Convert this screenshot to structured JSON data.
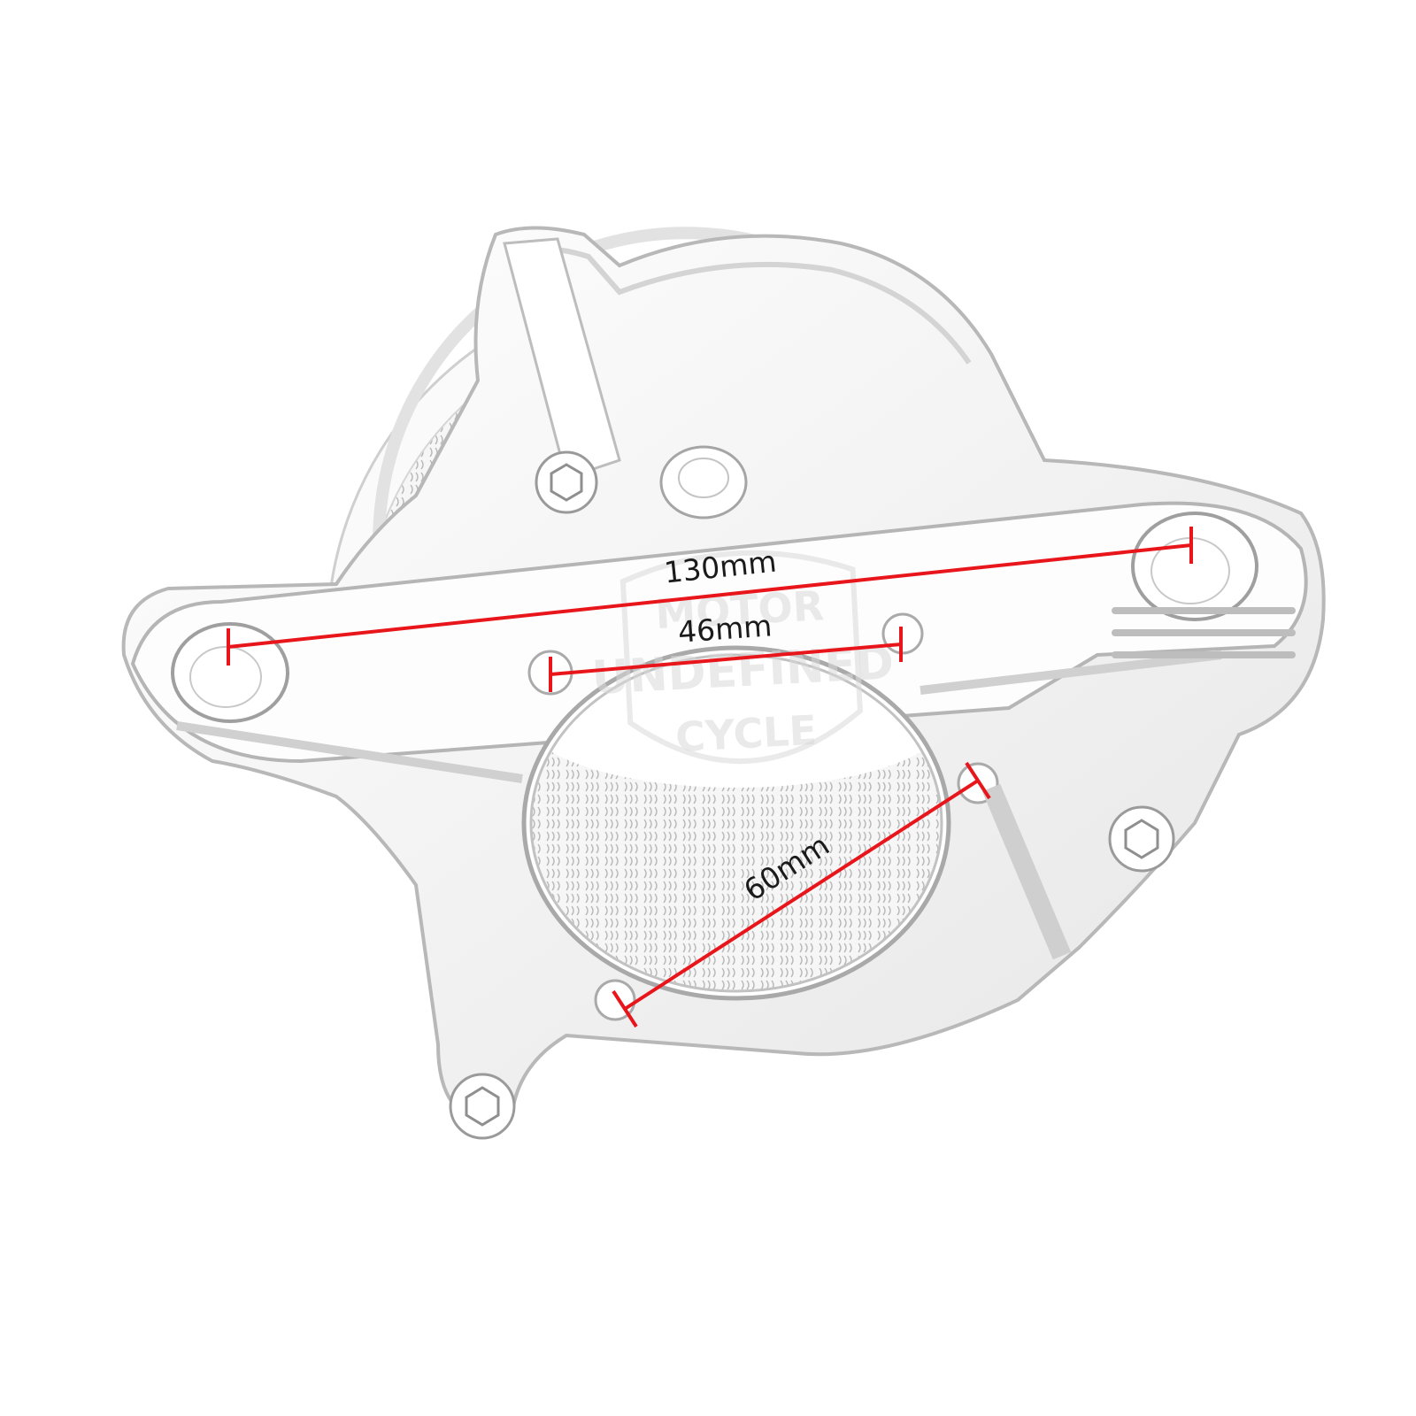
{
  "product": {
    "kind": "air-cleaner-intake-filter",
    "finish": "chrome"
  },
  "dimensions": {
    "overall_width": "130mm",
    "mount_hole_spacing": "46mm",
    "intake_diameter": "60mm",
    "line_color": "#e8151b"
  },
  "watermark": {
    "line1": "MOTOR",
    "line2": "UNDEFINED",
    "line3": "CYCLE"
  }
}
